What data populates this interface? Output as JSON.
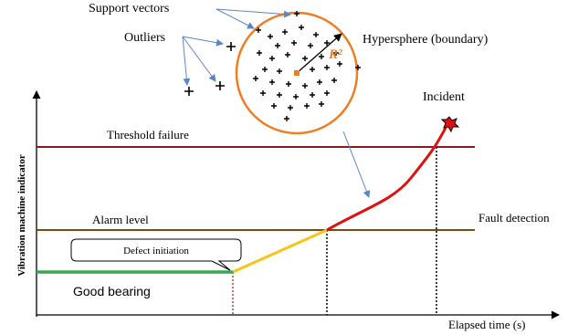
{
  "labels": {
    "support_vectors": "Support vectors",
    "outliers": "Outliers",
    "hypersphere": "Hypersphere (boundary)",
    "radius": "R²",
    "incident": "Incident",
    "threshold_failure": "Threshold failure",
    "alarm_level": "Alarm level",
    "fault_detection": "Fault detection",
    "defect_initiation": "Defect initiation",
    "good_bearing": "Good bearing",
    "y_axis": "Vibration machine indicator",
    "x_axis": "Elapsed time (s)"
  },
  "colors": {
    "threshold_line": "#8b1a1a",
    "alarm_line": "#7a4a12",
    "good_segment": "#3aa655",
    "defect_segment": "#f5c518",
    "fault_segment": "#e01010",
    "sphere_border": "#ef7d22",
    "center_point": "#ef7d22",
    "annotation_arrows": "#5b86c5",
    "incident_burst": "#e01010"
  }
}
